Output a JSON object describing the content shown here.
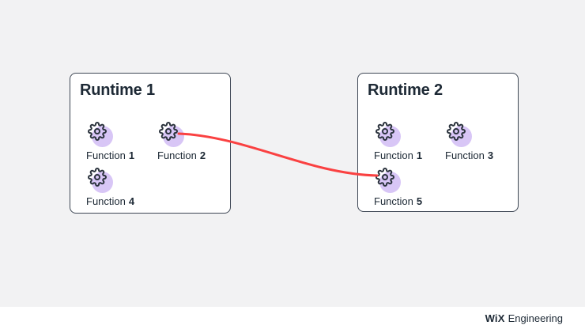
{
  "theme": {
    "background": "#f2f2f3",
    "footer_background": "#ffffff",
    "box_background": "#ffffff",
    "box_border": "#3e4754",
    "text": "#1d2935",
    "icon_circle": "#d8c6f6",
    "gear_stroke": "#2b333d",
    "connection_red": "#fa4141"
  },
  "diagram": {
    "runtimes": [
      {
        "title": "Runtime 1",
        "functions": [
          {
            "label": "Function",
            "number": "1"
          },
          {
            "label": "Function",
            "number": "2"
          },
          {
            "label": "Function",
            "number": "4"
          }
        ]
      },
      {
        "title": "Runtime 2",
        "functions": [
          {
            "label": "Function",
            "number": "1"
          },
          {
            "label": "Function",
            "number": "3"
          },
          {
            "label": "Function",
            "number": "5"
          }
        ]
      }
    ],
    "connection": {
      "from": "Runtime 1 / Function 2",
      "to": "Runtime 2 / Function 5",
      "color": "#fa4141"
    }
  },
  "footer": {
    "brand": "WiX",
    "brand_suffix": "Engineering"
  }
}
